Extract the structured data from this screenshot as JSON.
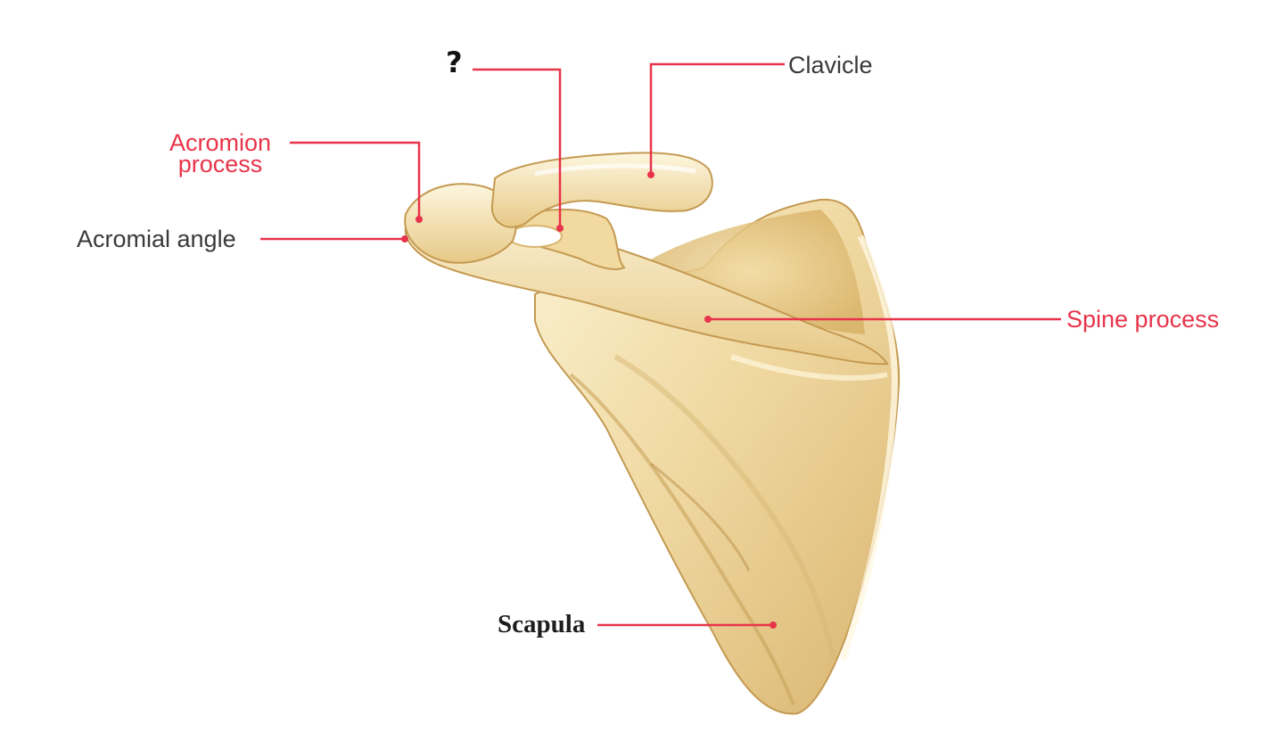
{
  "labels": {
    "unknown": "?",
    "clavicle": "Clavicle",
    "acromion_line1": "Acromion",
    "acromion_line2": "process",
    "acromial_angle": "Acromial angle",
    "spine_process": "Spine process",
    "scapula": "Scapula"
  },
  "colors": {
    "leader_line": "#e8344a",
    "highlight_label": "#e8344a",
    "plain_label": "#3a3a3a",
    "bone_light": "#fbefc8",
    "bone_mid": "#ecd195",
    "bone_dark": "#caa35c"
  }
}
